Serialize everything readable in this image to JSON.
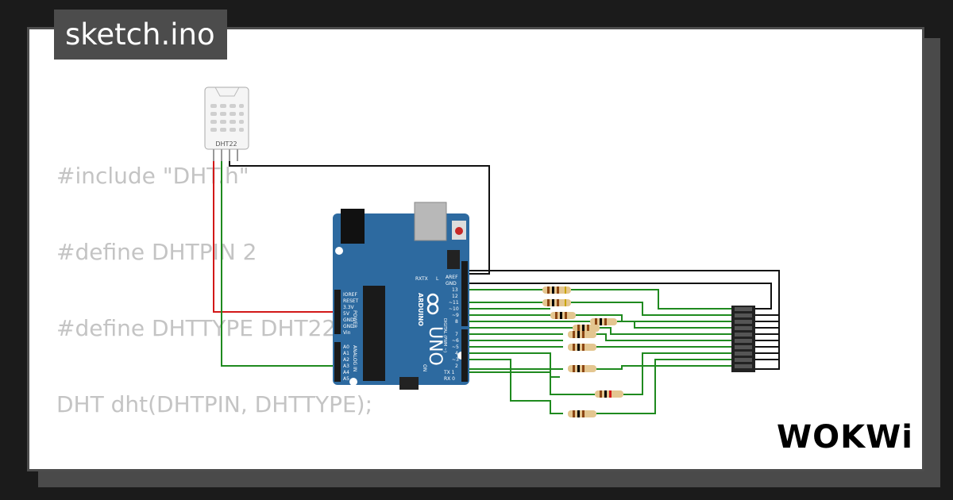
{
  "tab": {
    "title": "sketch.ino"
  },
  "code_lines": [
    "#include \"DHT.h\"",
    "#define DHTPIN 2",
    "#define DHTTYPE DHT22",
    "DHT dht(DHTPIN, DHTTYPE);"
  ],
  "sensor": {
    "label": "DHT22"
  },
  "board": {
    "name": "UNO",
    "brand": "ARDUINO",
    "power_header": "POWER",
    "analog_header": "ANALOG IN",
    "digital_header": "DIGITAL (PWM ~)",
    "power_pins": [
      "IOREF",
      "RESET",
      "3.3V",
      "5V",
      "GND",
      "GND",
      "Vin"
    ],
    "analog_pins": [
      "A0",
      "A1",
      "A2",
      "A3",
      "A4",
      "A5"
    ],
    "digital_pins": [
      "AREF",
      "GND",
      "13",
      "12",
      "~11",
      "~10",
      "~9",
      "8",
      "7",
      "~6",
      "~5",
      "4",
      "~3",
      "2",
      "TX 1",
      "RX 0"
    ],
    "leds": [
      "L",
      "TX",
      "RX",
      "ON"
    ]
  },
  "logo": {
    "text": "WOKWi"
  },
  "colors": {
    "wire_green": "#1f8a1f",
    "wire_black": "#111111",
    "wire_red": "#d21818",
    "board_blue": "#2d6aa0",
    "code_gray": "#c4c4c4"
  }
}
